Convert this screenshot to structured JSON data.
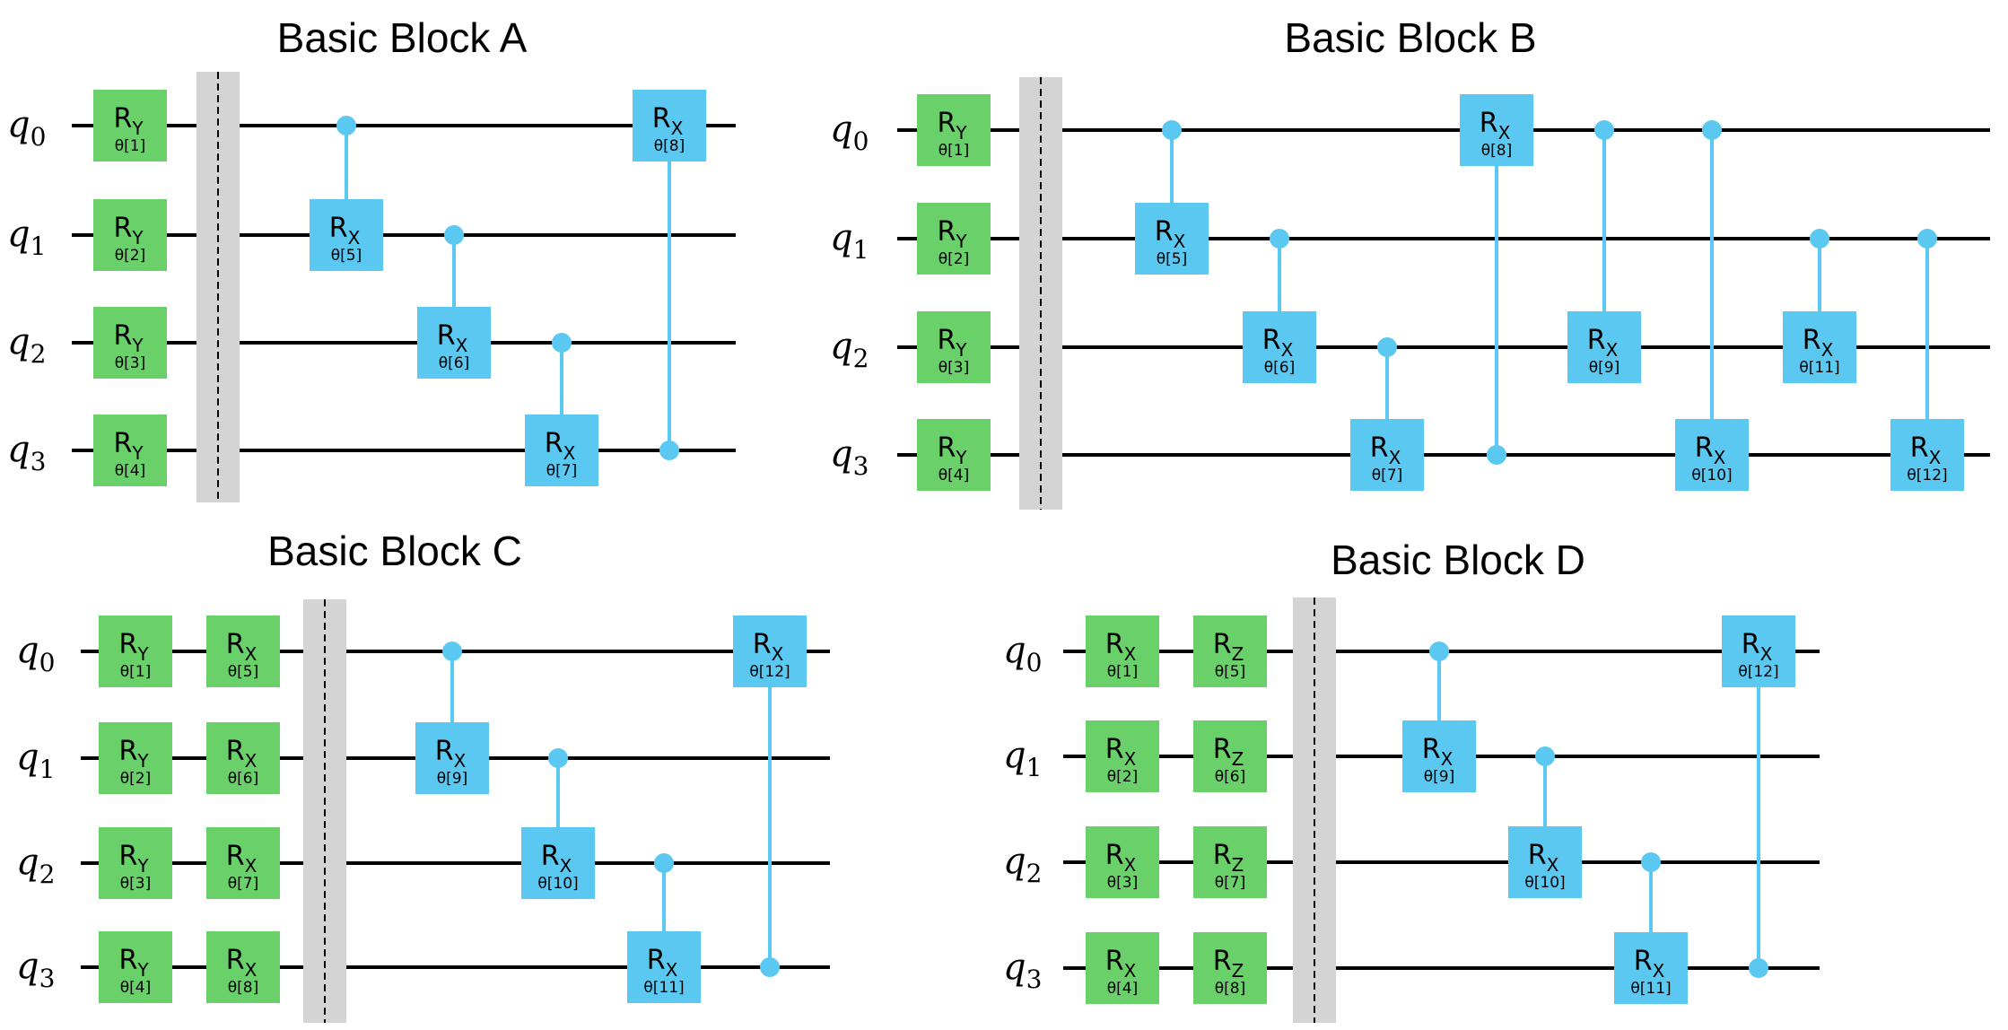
{
  "colors": {
    "wire": "#000000",
    "rotation_gate": "#6ad06a",
    "controlled_gate": "#5ac8f0",
    "barrier": "#d4d4d4",
    "barrier_line": "#000000"
  },
  "qubit_labels": [
    {
      "letter": "q",
      "index": "0"
    },
    {
      "letter": "q",
      "index": "1"
    },
    {
      "letter": "q",
      "index": "2"
    },
    {
      "letter": "q",
      "index": "3"
    }
  ],
  "blocks": [
    {
      "title": "Basic Block A",
      "single_gates": [
        [
          {
            "name": "R",
            "sub": "Y",
            "param": "θ[1]"
          },
          {
            "name": "R",
            "sub": "Y",
            "param": "θ[2]"
          },
          {
            "name": "R",
            "sub": "Y",
            "param": "θ[3]"
          },
          {
            "name": "R",
            "sub": "Y",
            "param": "θ[4]"
          }
        ]
      ],
      "controlled_gates": [
        {
          "control": 0,
          "target": 1,
          "name": "R",
          "sub": "X",
          "param": "θ[5]"
        },
        {
          "control": 1,
          "target": 2,
          "name": "R",
          "sub": "X",
          "param": "θ[6]"
        },
        {
          "control": 2,
          "target": 3,
          "name": "R",
          "sub": "X",
          "param": "θ[7]"
        },
        {
          "control": 3,
          "target": 0,
          "name": "R",
          "sub": "X",
          "param": "θ[8]"
        }
      ]
    },
    {
      "title": "Basic Block B",
      "single_gates": [
        [
          {
            "name": "R",
            "sub": "Y",
            "param": "θ[1]"
          },
          {
            "name": "R",
            "sub": "Y",
            "param": "θ[2]"
          },
          {
            "name": "R",
            "sub": "Y",
            "param": "θ[3]"
          },
          {
            "name": "R",
            "sub": "Y",
            "param": "θ[4]"
          }
        ]
      ],
      "controlled_gates": [
        {
          "control": 0,
          "target": 1,
          "name": "R",
          "sub": "X",
          "param": "θ[5]"
        },
        {
          "control": 1,
          "target": 2,
          "name": "R",
          "sub": "X",
          "param": "θ[6]"
        },
        {
          "control": 2,
          "target": 3,
          "name": "R",
          "sub": "X",
          "param": "θ[7]"
        },
        {
          "control": 3,
          "target": 0,
          "name": "R",
          "sub": "X",
          "param": "θ[8]"
        },
        {
          "control": 0,
          "target": 2,
          "name": "R",
          "sub": "X",
          "param": "θ[9]"
        },
        {
          "control": 0,
          "target": 3,
          "name": "R",
          "sub": "X",
          "param": "θ[10]"
        },
        {
          "control": 1,
          "target": 2,
          "name": "R",
          "sub": "X",
          "param": "θ[11]"
        },
        {
          "control": 1,
          "target": 3,
          "name": "R",
          "sub": "X",
          "param": "θ[12]"
        }
      ]
    },
    {
      "title": "Basic Block C",
      "single_gates": [
        [
          {
            "name": "R",
            "sub": "Y",
            "param": "θ[1]"
          },
          {
            "name": "R",
            "sub": "Y",
            "param": "θ[2]"
          },
          {
            "name": "R",
            "sub": "Y",
            "param": "θ[3]"
          },
          {
            "name": "R",
            "sub": "Y",
            "param": "θ[4]"
          }
        ],
        [
          {
            "name": "R",
            "sub": "X",
            "param": "θ[5]"
          },
          {
            "name": "R",
            "sub": "X",
            "param": "θ[6]"
          },
          {
            "name": "R",
            "sub": "X",
            "param": "θ[7]"
          },
          {
            "name": "R",
            "sub": "X",
            "param": "θ[8]"
          }
        ]
      ],
      "controlled_gates": [
        {
          "control": 0,
          "target": 1,
          "name": "R",
          "sub": "X",
          "param": "θ[9]"
        },
        {
          "control": 1,
          "target": 2,
          "name": "R",
          "sub": "X",
          "param": "θ[10]"
        },
        {
          "control": 2,
          "target": 3,
          "name": "R",
          "sub": "X",
          "param": "θ[11]"
        },
        {
          "control": 3,
          "target": 0,
          "name": "R",
          "sub": "X",
          "param": "θ[12]"
        }
      ]
    },
    {
      "title": "Basic Block D",
      "single_gates": [
        [
          {
            "name": "R",
            "sub": "X",
            "param": "θ[1]"
          },
          {
            "name": "R",
            "sub": "X",
            "param": "θ[2]"
          },
          {
            "name": "R",
            "sub": "X",
            "param": "θ[3]"
          },
          {
            "name": "R",
            "sub": "X",
            "param": "θ[4]"
          }
        ],
        [
          {
            "name": "R",
            "sub": "Z",
            "param": "θ[5]"
          },
          {
            "name": "R",
            "sub": "Z",
            "param": "θ[6]"
          },
          {
            "name": "R",
            "sub": "Z",
            "param": "θ[7]"
          },
          {
            "name": "R",
            "sub": "Z",
            "param": "θ[8]"
          }
        ]
      ],
      "controlled_gates": [
        {
          "control": 0,
          "target": 1,
          "name": "R",
          "sub": "X",
          "param": "θ[9]"
        },
        {
          "control": 1,
          "target": 2,
          "name": "R",
          "sub": "X",
          "param": "θ[10]"
        },
        {
          "control": 2,
          "target": 3,
          "name": "R",
          "sub": "X",
          "param": "θ[11]"
        },
        {
          "control": 3,
          "target": 0,
          "name": "R",
          "sub": "X",
          "param": "θ[12]"
        }
      ]
    }
  ]
}
